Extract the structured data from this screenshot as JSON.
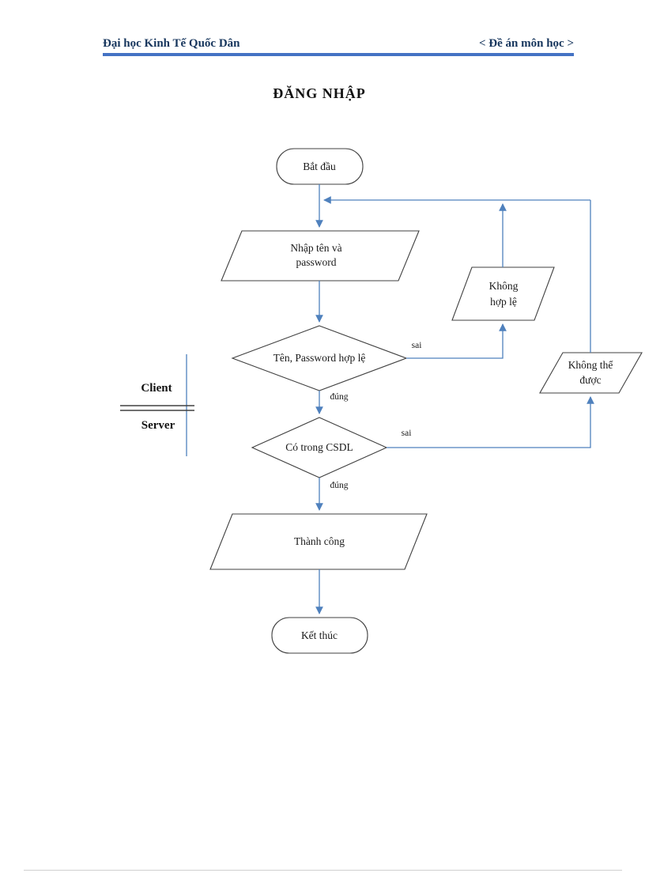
{
  "header": {
    "left": "Đại học Kinh Tế Quốc Dân",
    "right": "< Đề án môn học >"
  },
  "title": "ĐĂNG NHẬP",
  "lanes": {
    "client": "Client",
    "server": "Server"
  },
  "flowchart": {
    "start": "Bắt đầu",
    "input": {
      "line1": "Nhập tên và",
      "line2": "password"
    },
    "decision_credentials": "Tên, Password hợp lệ",
    "invalid": {
      "line1": "Không",
      "line2": "hợp lệ"
    },
    "decision_db": "Có trong CSDL",
    "not_possible": {
      "line1": "Không thể",
      "line2": "được"
    },
    "success": "Thành công",
    "end": "Kết thúc",
    "labels": {
      "credentials_false": "sai",
      "credentials_true": "đúng",
      "db_false": "sai",
      "db_true": "đúng"
    }
  },
  "colors": {
    "connector": "#4f81bd",
    "shape_outline": "#404040",
    "header_text": "#17365d",
    "header_rule": "#4472c4"
  }
}
